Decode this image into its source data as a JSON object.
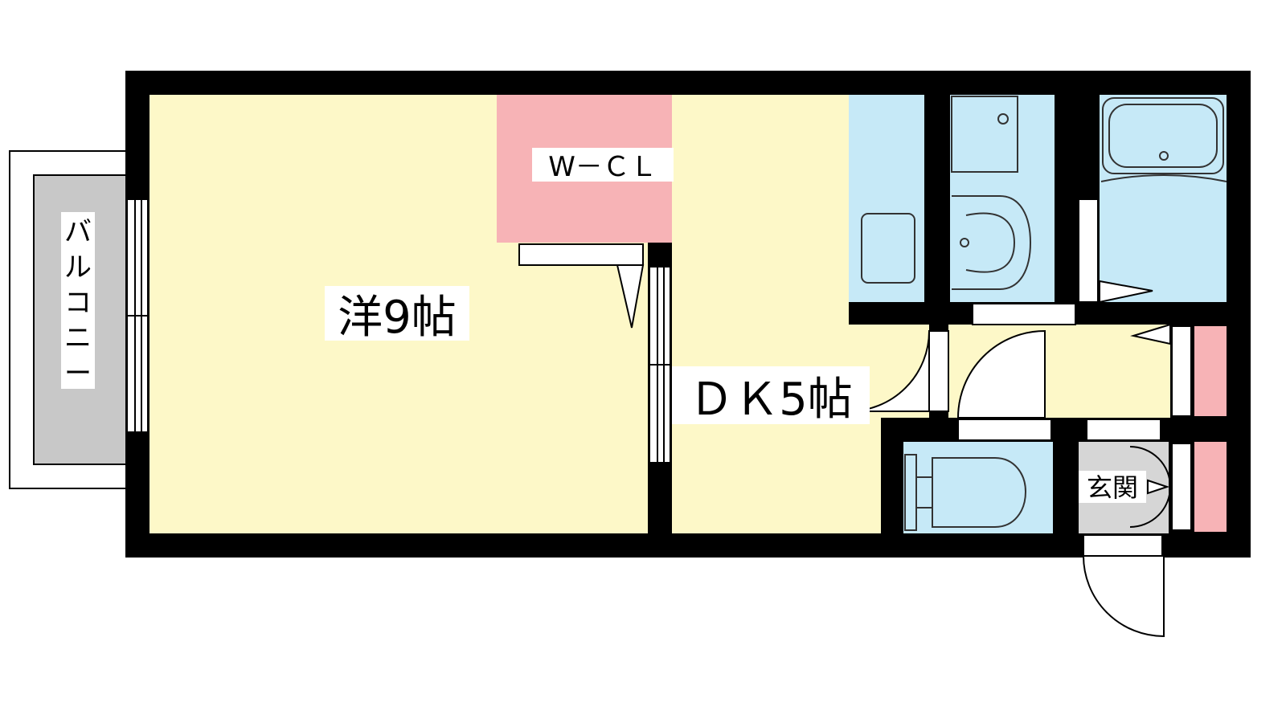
{
  "colors": {
    "wall": "#000000",
    "western_room": "#fdf8c8",
    "closet": "#f7b3b6",
    "wet_area": "#c6e9f7",
    "balcony": "#c8c8c8",
    "entrance": "#d6d6d6",
    "accent_pink": "#f7b3b6",
    "fixture_line": "#333333"
  },
  "rooms": {
    "western": {
      "label": "洋9帖"
    },
    "closet": {
      "label": "W－ＣＬ"
    },
    "dining_kitchen": {
      "label": "ＤＫ5帖"
    },
    "balcony": {
      "label": "バルコニー",
      "chars": [
        "バ",
        "ル",
        "コ",
        "ニ",
        "ー"
      ]
    },
    "entrance": {
      "label": "玄関"
    }
  }
}
